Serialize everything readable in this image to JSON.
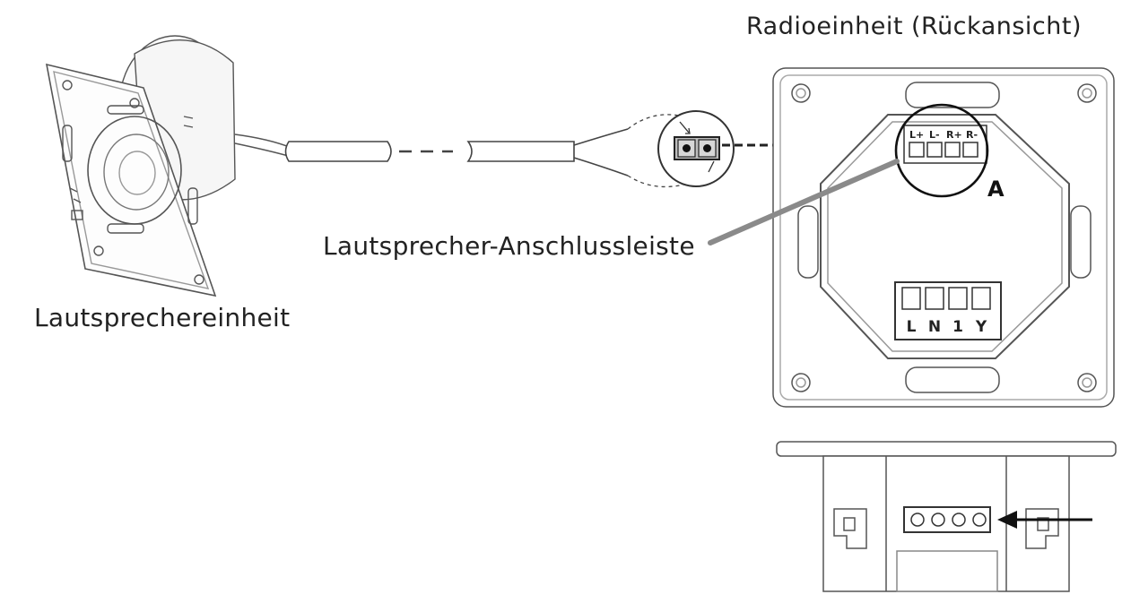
{
  "diagram": {
    "title": "Radioeinheit (Rückansicht)",
    "speaker_unit_label": "Lautsprechereinheit",
    "terminal_strip_label": "Lautsprecher-Anschlussleiste",
    "callout_letter": "A",
    "speaker_terminals": [
      "L+",
      "L-",
      "R+",
      "R-"
    ],
    "mains_terminals": [
      "L",
      "N",
      "1",
      "Y"
    ]
  },
  "colors": {
    "line": "#333333",
    "pointer": "#8a8a8a",
    "text": "#222222"
  }
}
